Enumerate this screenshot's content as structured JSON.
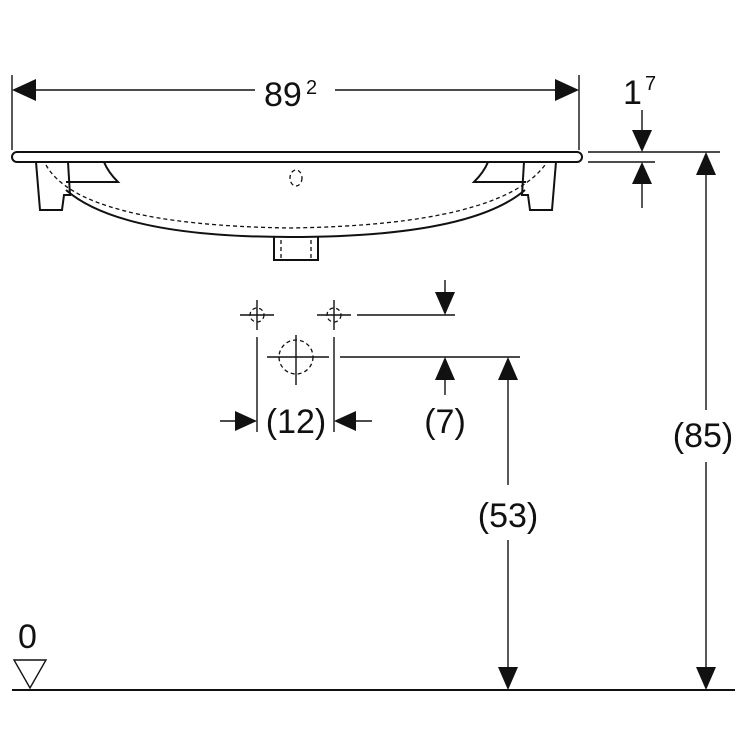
{
  "dimensions": {
    "width": {
      "main": "89",
      "sup": "2"
    },
    "thickness": {
      "main": "1",
      "sup": "7"
    },
    "tap_spacing": "(12)",
    "tap_offset": "(7)",
    "outlet_height": "(53)",
    "total_height": "(85)",
    "floor_level": "0"
  },
  "colors": {
    "line": "#111111",
    "background": "#ffffff"
  }
}
